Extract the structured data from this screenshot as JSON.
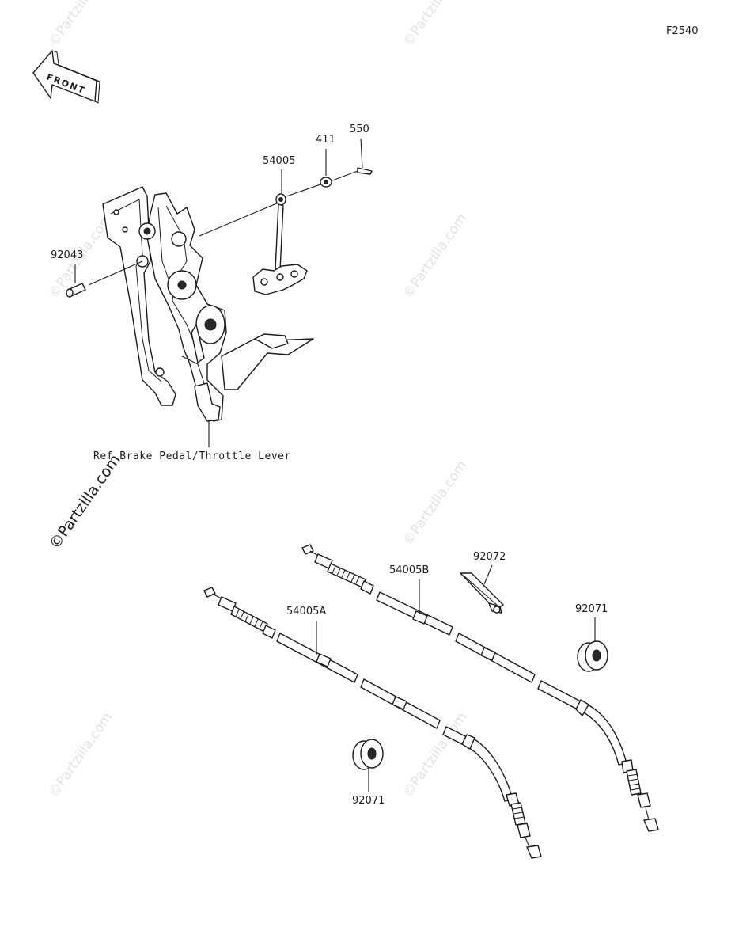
{
  "diagram_code": "F2540",
  "front_arrow": {
    "label": "FRONT",
    "icon": "front-arrow-icon"
  },
  "reference_note": "Ref.Brake Pedal/Throttle Lever",
  "watermark": {
    "text": "©Partzilla.com"
  },
  "watermark_prominent": {
    "text": "©Partzilla.com"
  },
  "parts": [
    {
      "id": "p550",
      "number": "550"
    },
    {
      "id": "p411",
      "number": "411"
    },
    {
      "id": "p54005",
      "number": "54005"
    },
    {
      "id": "p92043",
      "number": "92043"
    },
    {
      "id": "p92072",
      "number": "92072"
    },
    {
      "id": "p54005B",
      "number": "54005B"
    },
    {
      "id": "p92071a",
      "number": "92071"
    },
    {
      "id": "p54005A",
      "number": "54005A"
    },
    {
      "id": "p92071b",
      "number": "92071"
    }
  ]
}
